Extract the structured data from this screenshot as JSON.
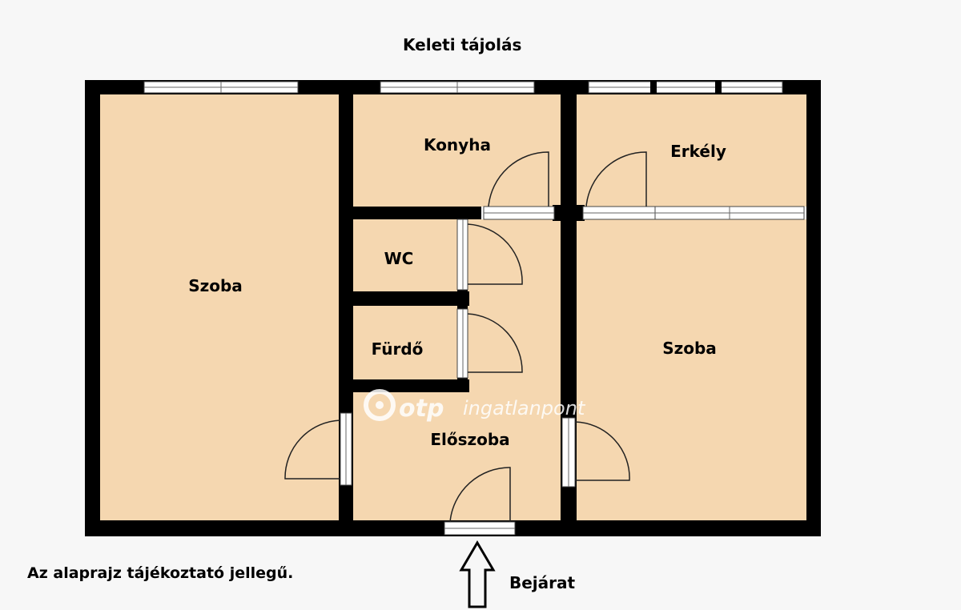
{
  "orientation_label": "Keleti tájolás",
  "disclaimer": "Az alaprajz tájékoztató jellegű.",
  "entrance_label": "Bejárat",
  "watermark": {
    "brand": "otp",
    "text": "ingatlanpont"
  },
  "rooms": {
    "room_large": "Szoba",
    "kitchen": "Konyha",
    "balcony": "Erkély",
    "wc": "WC",
    "bathroom": "Fürdő",
    "hall": "Előszoba",
    "room_right": "Szoba"
  },
  "colors": {
    "floor": "#f5d7b0",
    "wall": "#000000",
    "background": "#f7f7f7"
  }
}
